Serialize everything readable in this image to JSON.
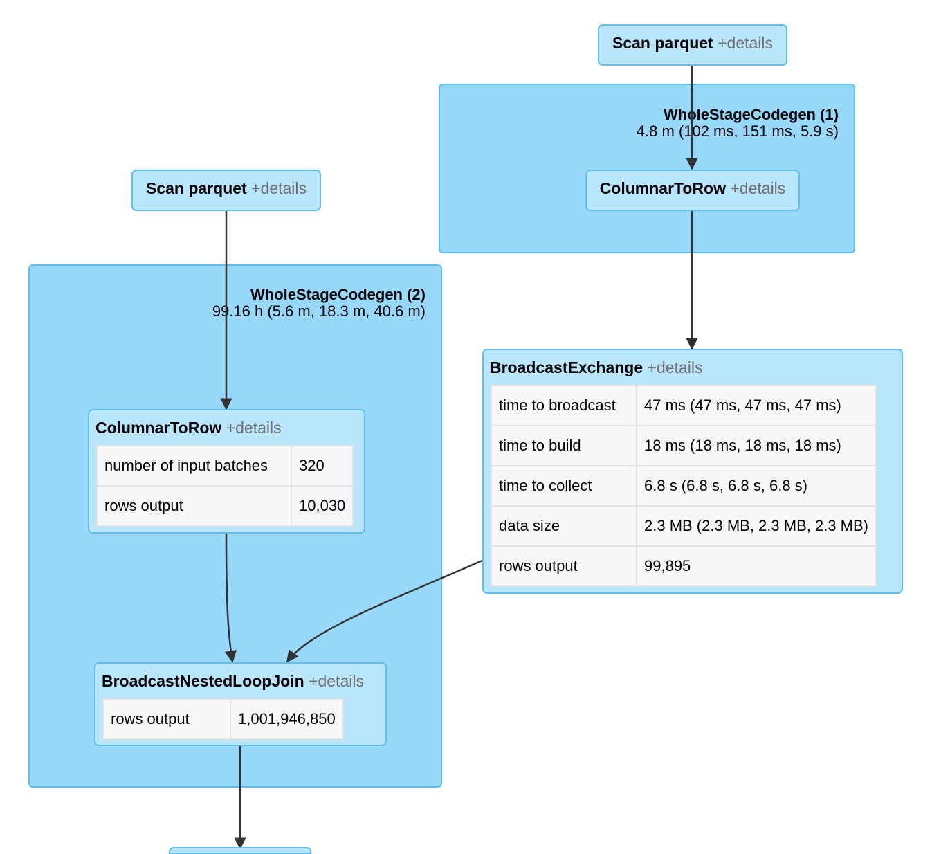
{
  "clusters": {
    "wsc1": {
      "name": "WholeStageCodegen (1)",
      "metric": "4.8 m (102 ms, 151 ms, 5.9 s)"
    },
    "wsc2": {
      "name": "WholeStageCodegen (2)",
      "metric": "99.16 h (5.6 m, 18.3 m, 40.6 m)"
    }
  },
  "nodes": {
    "scan_right": {
      "op": "Scan parquet",
      "details": "+details"
    },
    "c2r_right": {
      "op": "ColumnarToRow",
      "details": "+details"
    },
    "scan_left": {
      "op": "Scan parquet",
      "details": "+details"
    },
    "c2r_left": {
      "op": "ColumnarToRow",
      "details": "+details",
      "metrics": [
        {
          "label": "number of input batches",
          "value": "320"
        },
        {
          "label": "rows output",
          "value": "10,030"
        }
      ]
    },
    "broadcast_exchange": {
      "op": "BroadcastExchange",
      "details": "+details",
      "metrics": [
        {
          "label": "time to broadcast",
          "value": "47 ms (47 ms, 47 ms, 47 ms)"
        },
        {
          "label": "time to build",
          "value": "18 ms (18 ms, 18 ms, 18 ms)"
        },
        {
          "label": "time to collect",
          "value": "6.8 s (6.8 s, 6.8 s, 6.8 s)"
        },
        {
          "label": "data size",
          "value": "2.3 MB (2.3 MB, 2.3 MB, 2.3 MB)"
        },
        {
          "label": "rows output",
          "value": "99,895"
        }
      ]
    },
    "bnlj": {
      "op": "BroadcastNestedLoopJoin",
      "details": "+details",
      "metrics": [
        {
          "label": "rows output",
          "value": "1,001,946,850"
        }
      ]
    }
  },
  "colors": {
    "cluster_fill": "#97d8fb",
    "node_fill": "#b9e6fc",
    "border": "#5ebfef",
    "details_text": "#707070",
    "edge": "#333333",
    "table_fill": "#f7f7f7"
  }
}
